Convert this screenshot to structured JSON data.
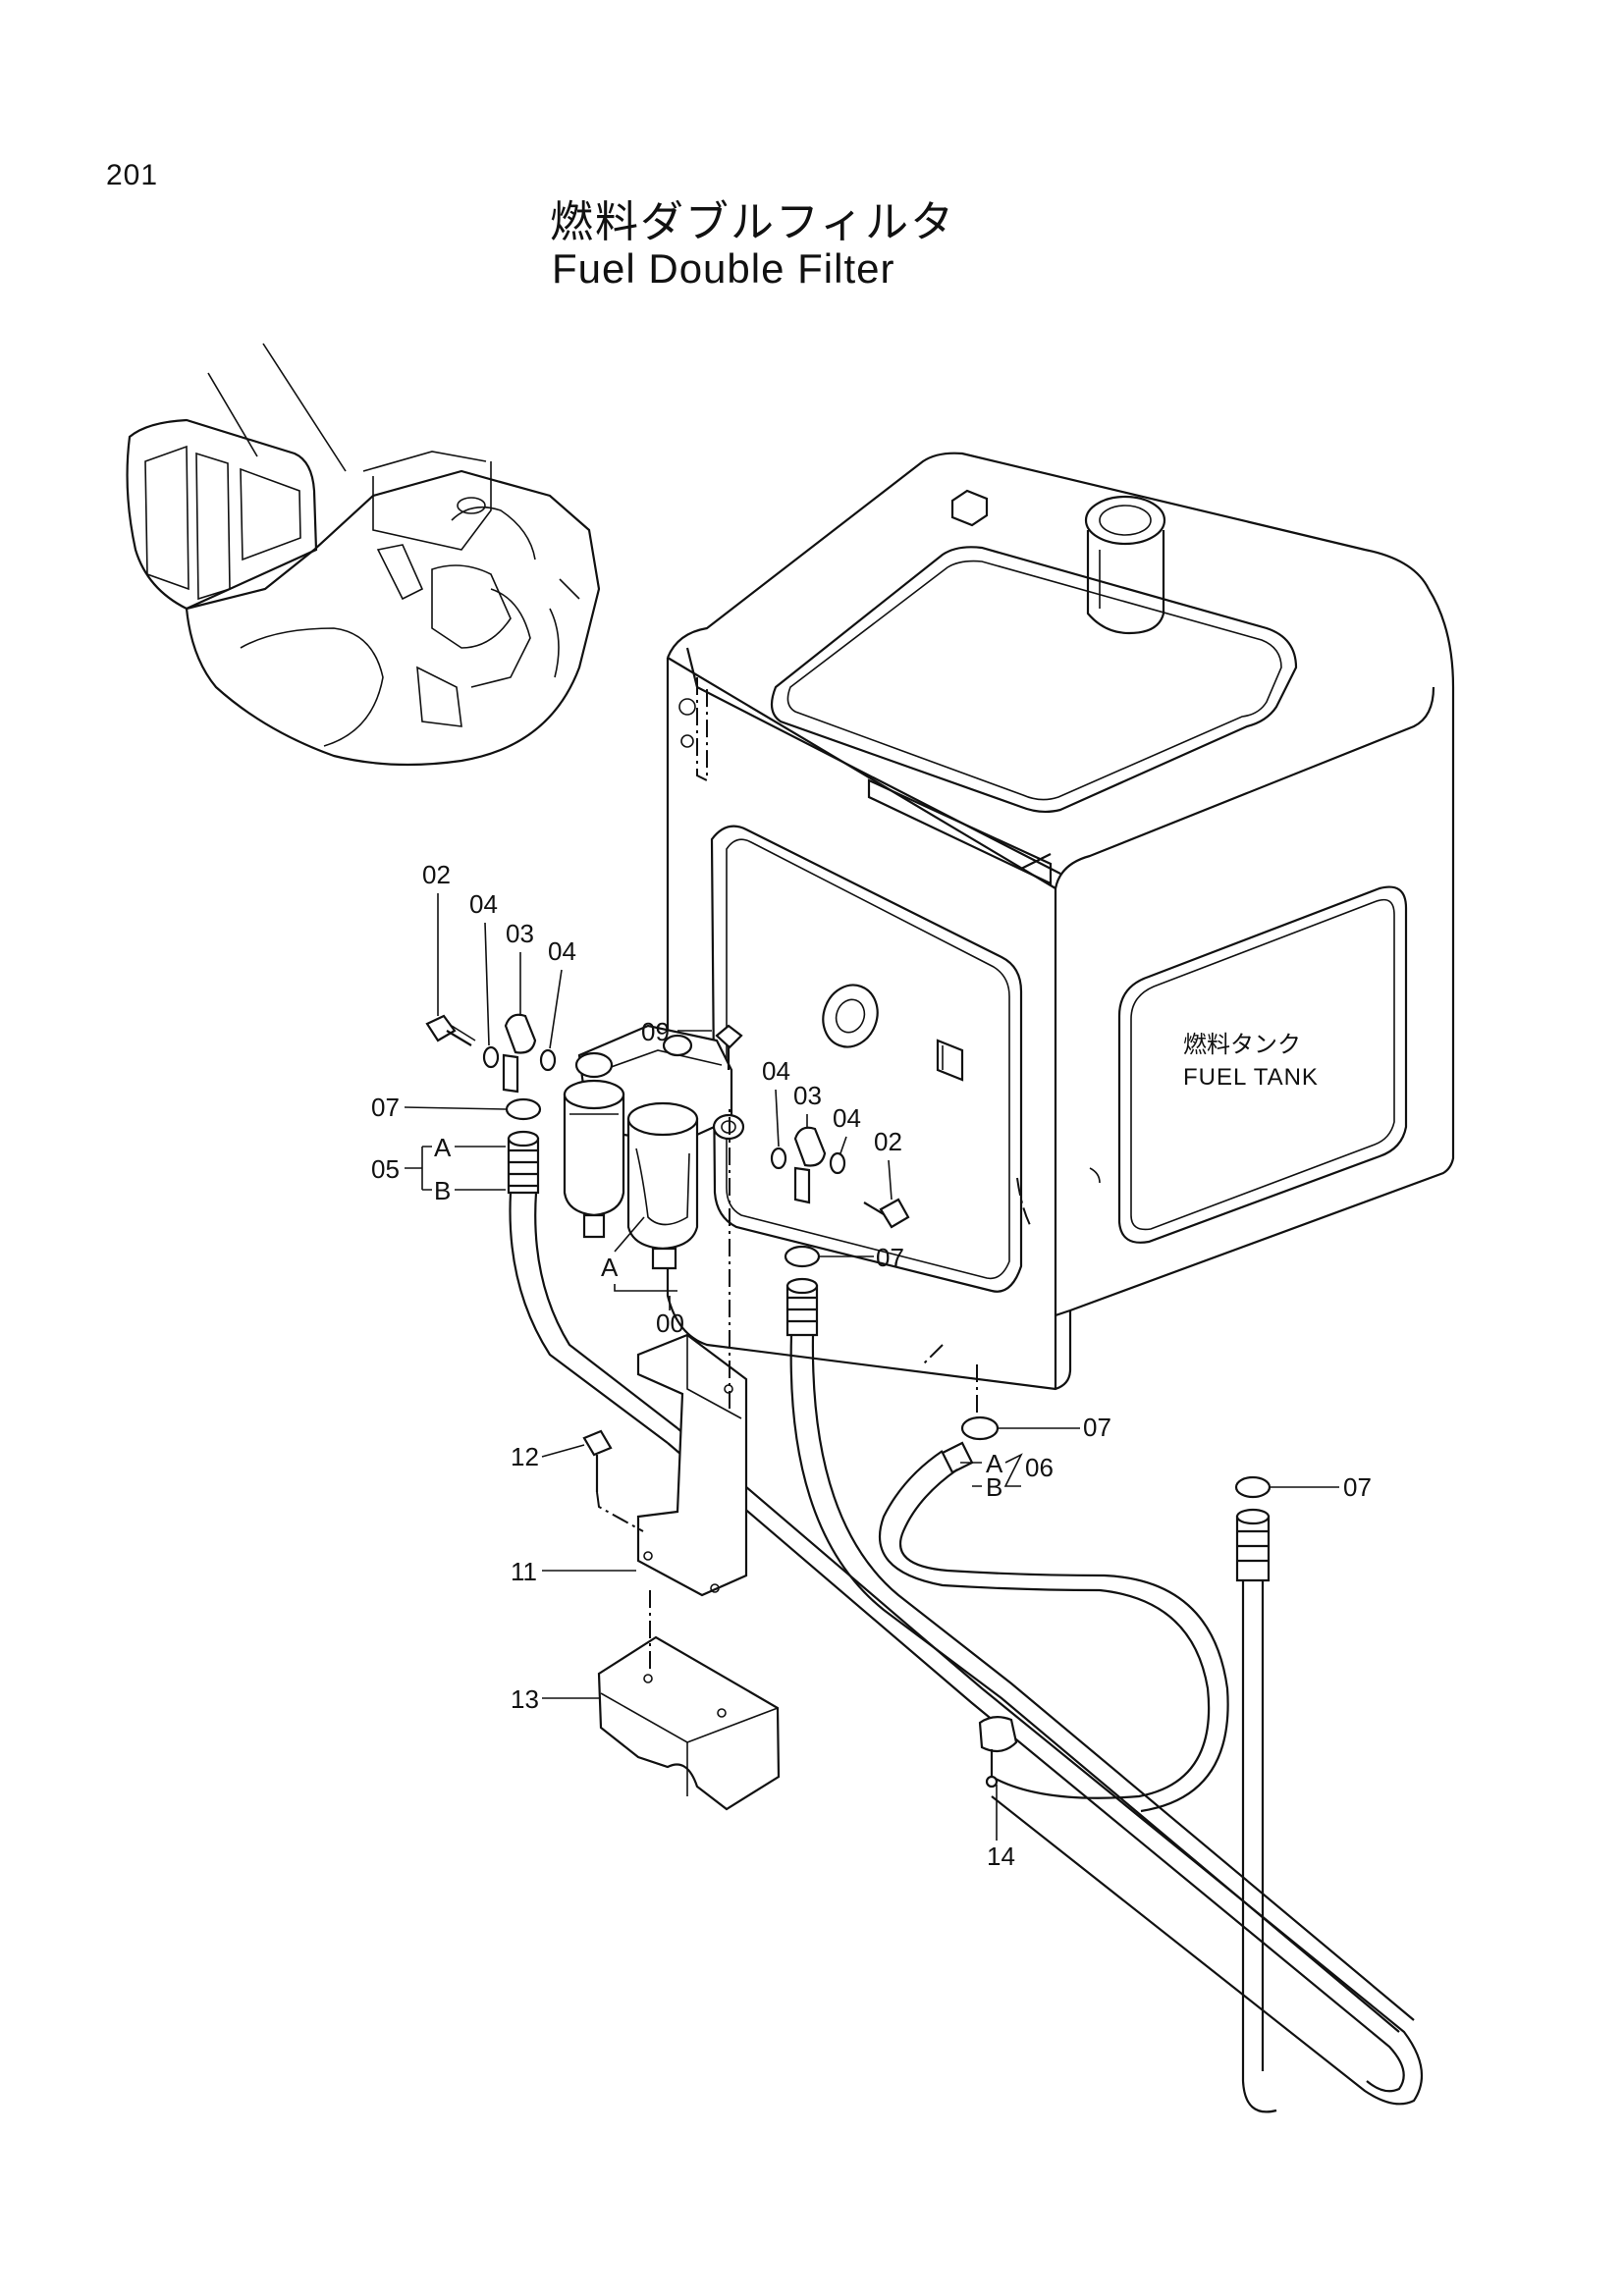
{
  "page": {
    "number": "201",
    "title_jp": "燃料ダブルフィルタ",
    "title_en": "Fuel Double Filter"
  },
  "tank_label": {
    "jp": "燃料タンク",
    "en": "FUEL TANK"
  },
  "callouts": {
    "c02a": "02",
    "c04a": "04",
    "c03a": "03",
    "c04b": "04",
    "c09": "09",
    "c04c": "04",
    "c03b": "03",
    "c04d": "04",
    "c02b": "02",
    "c07a": "07",
    "c05": "05",
    "c05A": "A",
    "c05B": "B",
    "c07b": "07",
    "cA": "A",
    "c00": "00",
    "c07c": "07",
    "c06": "06",
    "c06A": "A",
    "c06B": "B",
    "c07d": "07",
    "c12": "12",
    "c11": "11",
    "c13": "13",
    "c14": "14"
  }
}
